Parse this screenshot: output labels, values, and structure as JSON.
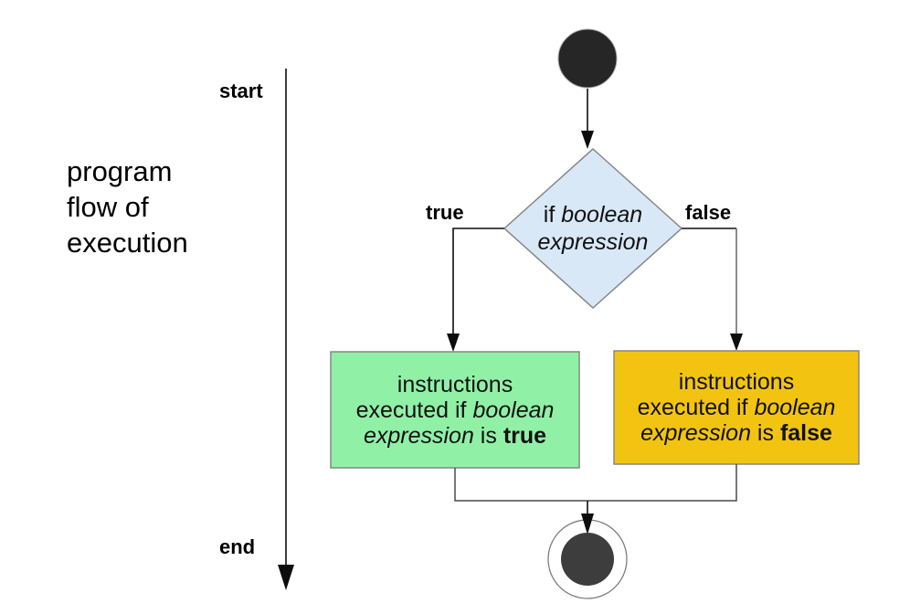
{
  "title": {
    "axis_caption": "program flow of execution",
    "start_label": "start",
    "end_label": "end"
  },
  "branches": {
    "true_label": "true",
    "false_label": "false"
  },
  "decision": {
    "prefix": "if ",
    "condition": "boolean expression"
  },
  "true_box": {
    "lines": [
      [
        {
          "t": "instructions"
        }
      ],
      [
        {
          "t": "executed if "
        },
        {
          "t": "boolean",
          "style": "i"
        }
      ],
      [
        {
          "t": "expression",
          "style": "i"
        },
        {
          "t": " is "
        },
        {
          "t": "true",
          "style": "b"
        }
      ]
    ]
  },
  "false_box": {
    "lines": [
      [
        {
          "t": "instructions"
        }
      ],
      [
        {
          "t": "executed if "
        },
        {
          "t": "boolean",
          "style": "i"
        }
      ],
      [
        {
          "t": "expression",
          "style": "i"
        },
        {
          "t": " is "
        },
        {
          "t": "false",
          "style": "b"
        }
      ]
    ]
  },
  "colors": {
    "decision_fill": "#d9e8f6",
    "true_box_fill": "#90f1a6",
    "false_box_fill": "#f2c411",
    "start_node_fill": "#262626",
    "end_node_inner_fill": "#3d3d3d"
  }
}
